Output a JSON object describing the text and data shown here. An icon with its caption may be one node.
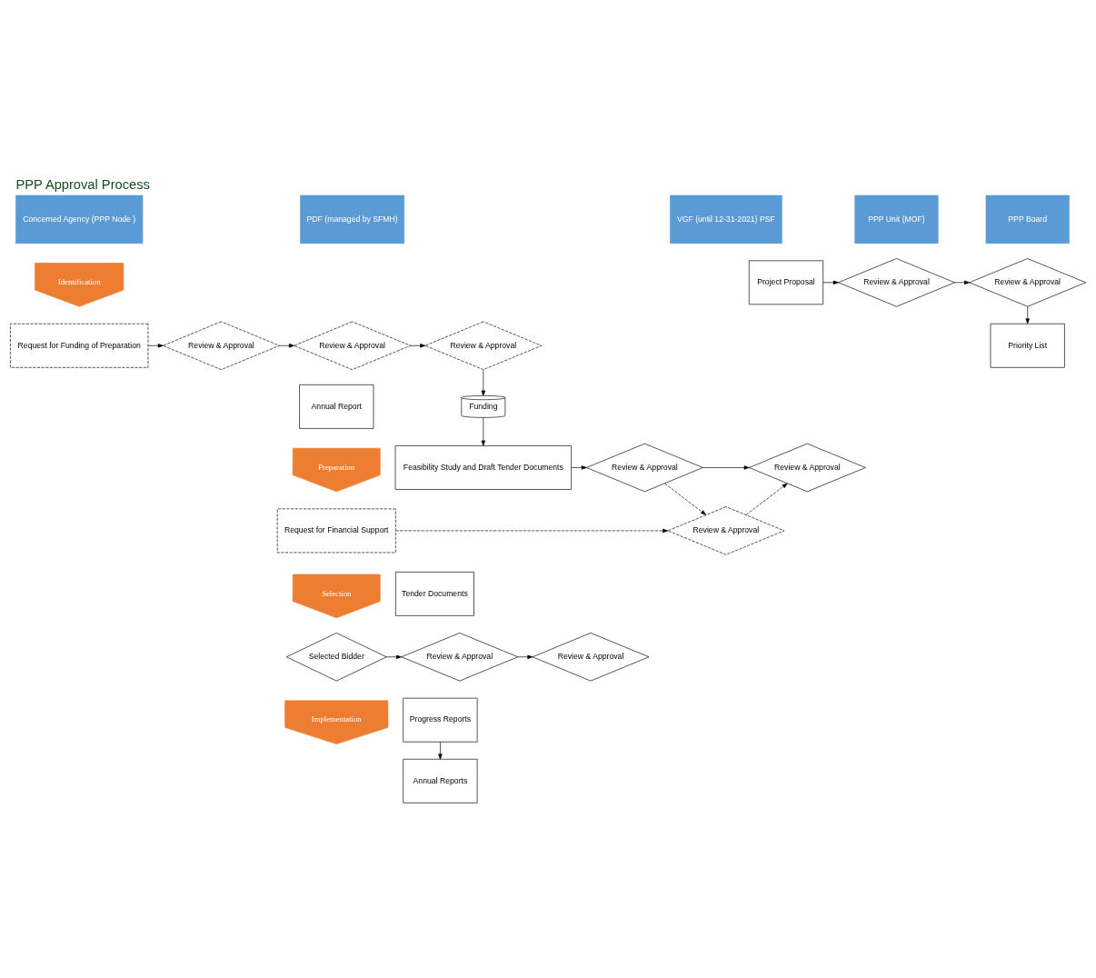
{
  "diagram": {
    "title": "PPP Approval Process",
    "nodes": [
      {
        "text": [
          "Concerned Agency (PPP Node )"
        ]
      },
      {
        "text": [
          "PPP Unit (MOF)"
        ]
      },
      {
        "text": [
          "PDF (managed by SFMH)"
        ]
      },
      {
        "text": [
          "VGF (until 12-31-2021) PSF"
        ]
      },
      {
        "text": [
          "PPP Board"
        ]
      },
      {
        "text": [
          "Identification"
        ]
      },
      {
        "text": [
          "Project Proposal"
        ]
      },
      {
        "text": [
          "Review & Approval"
        ]
      },
      {
        "text": [
          "Review & Approval"
        ]
      },
      {
        "text": [
          "Priority List"
        ]
      },
      {
        "text": [
          "Request for Funding of Preparation"
        ]
      },
      {
        "text": [
          "Review & Approval"
        ]
      },
      {
        "text": [
          "Review & Approval"
        ]
      },
      {
        "text": [
          "Review & Approval"
        ]
      },
      {
        "text": [
          "Annual Report"
        ]
      },
      {
        "text": [
          "Funding"
        ]
      },
      {
        "text": [
          "Preparation"
        ]
      },
      {
        "text": [
          "Feasibility Study and Draft Tender Documents"
        ]
      },
      {
        "text": [
          "Review & Approval"
        ]
      },
      {
        "text": [
          "Review & Approval"
        ]
      },
      {
        "text": [
          "Request for Financial Support"
        ]
      },
      {
        "text": [
          "Review & Approval"
        ]
      },
      {
        "text": [
          "Selection"
        ]
      },
      {
        "text": [
          "Tender Documents"
        ]
      },
      {
        "text": [
          "Selected Bidder"
        ]
      },
      {
        "text": [
          "Review & Approval"
        ]
      },
      {
        "text": [
          "Review & Approval"
        ]
      },
      {
        "text": [
          "Annual Reports"
        ]
      },
      {
        "text": [
          "Implementation"
        ]
      },
      {
        "text": [
          "Progress Reports"
        ]
      }
    ],
    "edges": [
      {
        "from": 6,
        "to": 7,
        "arrow": "to"
      },
      {
        "from": 7,
        "to": 8,
        "arrow": "to"
      },
      {
        "from": 8,
        "to": 9,
        "arrow": "to"
      },
      {
        "from": 10,
        "to": 11,
        "arrow": "to"
      },
      {
        "from": 11,
        "to": 12,
        "arrow": "to"
      },
      {
        "from": 12,
        "to": 13,
        "arrow": "to"
      },
      {
        "from": 13,
        "to": 15,
        "arrow": "to"
      },
      {
        "from": 15,
        "to": 17,
        "arrow": "to"
      },
      {
        "from": 17,
        "to": 18,
        "arrow": "to"
      },
      {
        "from": 18,
        "to": 19,
        "arrow": "to"
      },
      {
        "from": 20,
        "to": 21,
        "arrow": "to",
        "style": "dashed"
      },
      {
        "from": 18,
        "to": 21,
        "arrow": "to",
        "style": "dashed"
      },
      {
        "from": 21,
        "to": 19,
        "arrow": "to",
        "style": "dashed"
      },
      {
        "from": 24,
        "to": 25,
        "arrow": "to"
      },
      {
        "from": 25,
        "to": 26,
        "arrow": "to"
      },
      {
        "from": 29,
        "to": 27,
        "arrow": "to"
      }
    ]
  }
}
